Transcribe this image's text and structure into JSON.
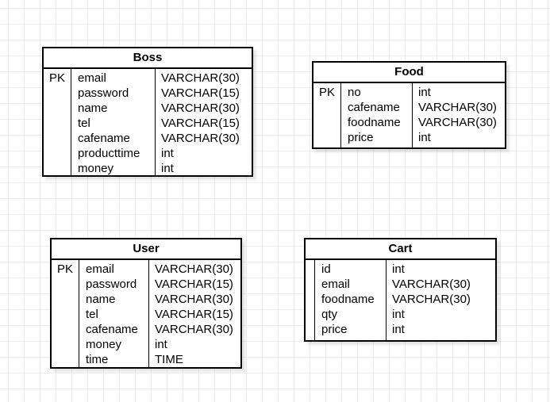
{
  "colors": {
    "canvas": "#ffffff",
    "grid": "#ececec",
    "border": "#000000",
    "fill": "#ffffff",
    "text": "#000000"
  },
  "diagram": {
    "entities": [
      {
        "title": "Boss",
        "pk_label": "PK",
        "fields": [
          {
            "name": "email",
            "type": "VARCHAR(30)"
          },
          {
            "name": "password",
            "type": "VARCHAR(15)"
          },
          {
            "name": "name",
            "type": "VARCHAR(30)"
          },
          {
            "name": "tel",
            "type": "VARCHAR(15)"
          },
          {
            "name": "cafename",
            "type": "VARCHAR(30)"
          },
          {
            "name": "producttime",
            "type": "int"
          },
          {
            "name": "money",
            "type": "int"
          }
        ]
      },
      {
        "title": "Food",
        "pk_label": "PK",
        "fields": [
          {
            "name": "no",
            "type": "int"
          },
          {
            "name": "cafename",
            "type": "VARCHAR(30)"
          },
          {
            "name": "foodname",
            "type": "VARCHAR(30)"
          },
          {
            "name": "price",
            "type": "int"
          }
        ]
      },
      {
        "title": "User",
        "pk_label": "PK",
        "fields": [
          {
            "name": "email",
            "type": "VARCHAR(30)"
          },
          {
            "name": "password",
            "type": "VARCHAR(15)"
          },
          {
            "name": "name",
            "type": "VARCHAR(30)"
          },
          {
            "name": "tel",
            "type": "VARCHAR(15)"
          },
          {
            "name": "cafename",
            "type": "VARCHAR(30)"
          },
          {
            "name": "money",
            "type": "int"
          },
          {
            "name": "time",
            "type": "TIME"
          }
        ]
      },
      {
        "title": "Cart",
        "pk_label": "",
        "fields": [
          {
            "name": "id",
            "type": "int"
          },
          {
            "name": "email",
            "type": "VARCHAR(30)"
          },
          {
            "name": "foodname",
            "type": "VARCHAR(30)"
          },
          {
            "name": "qty",
            "type": "int"
          },
          {
            "name": "price",
            "type": "int"
          }
        ]
      }
    ]
  }
}
